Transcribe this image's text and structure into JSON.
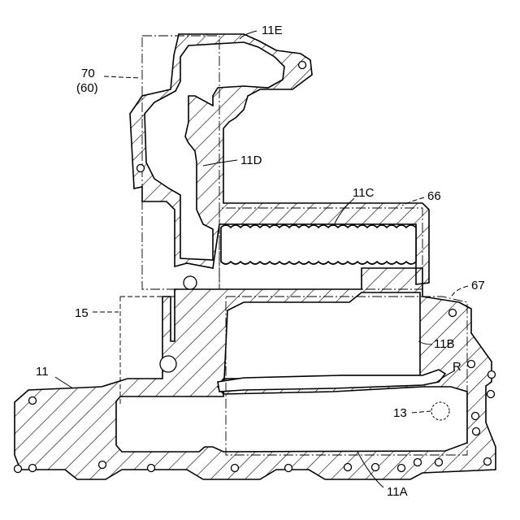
{
  "labels": {
    "l_11E": "11E",
    "l_70": "70",
    "l_60": "(60)",
    "l_11D": "11D",
    "l_11C": "11C",
    "l_66": "66",
    "l_67": "67",
    "l_15": "15",
    "l_11B": "11B",
    "l_R": "R",
    "l_11": "11",
    "l_13": "13",
    "l_11A": "11A"
  },
  "colors": {
    "line": "#000000",
    "background": "#ffffff"
  }
}
